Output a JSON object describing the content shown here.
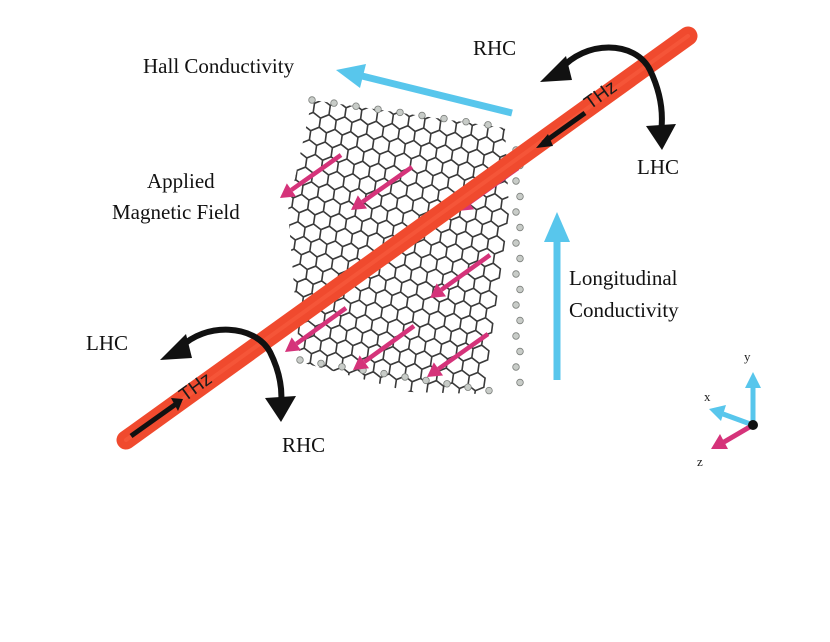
{
  "labels": {
    "hall": "Hall Conductivity",
    "rhc_top": "RHC",
    "lhc_top": "LHC",
    "applied_1": "Applied",
    "applied_2": "Magnetic Field",
    "longitudinal_1": "Longitudinal",
    "longitudinal_2": "Conductivity",
    "lhc_bottom": "LHC",
    "rhc_bottom": "RHC",
    "thz_upper": "THz",
    "thz_lower": "THz"
  },
  "axes": {
    "x": "x",
    "y": "y",
    "z": "z"
  },
  "colors": {
    "beam": "#f04a2e",
    "conductivity_arrow": "#58c6ec",
    "field_arrow": "#d5337a",
    "lattice_bond": "#3a3a3a",
    "lattice_h_atom": "#c8ccc8",
    "rotation_arrow": "#111111"
  },
  "icons": {
    "lattice": "graphene-lattice",
    "beam": "thz-beam",
    "rotation": "circular-polarization-arrow"
  }
}
